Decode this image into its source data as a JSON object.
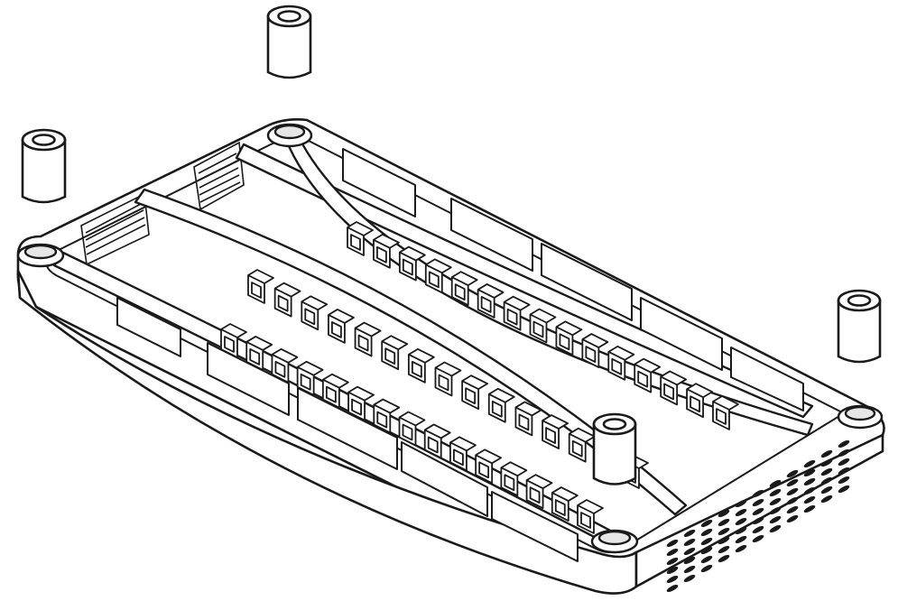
{
  "diagram": {
    "subject": "plastic-shelf-tray-with-four-leg-sockets",
    "style": "line-art-exploded-view",
    "colors": {
      "stroke": "#1a1a1a",
      "fill": "#ffffff",
      "shade": "#d9d9d9"
    },
    "parts": [
      {
        "id": "tray",
        "icon": "shelf-tray"
      },
      {
        "id": "peg-top",
        "icon": "cylinder-peg"
      },
      {
        "id": "peg-left",
        "icon": "cylinder-peg"
      },
      {
        "id": "peg-right",
        "icon": "cylinder-peg"
      },
      {
        "id": "peg-center",
        "icon": "cylinder-peg"
      }
    ],
    "vent_columns": 11,
    "vent_rows": 6,
    "grid_columns": 15
  }
}
